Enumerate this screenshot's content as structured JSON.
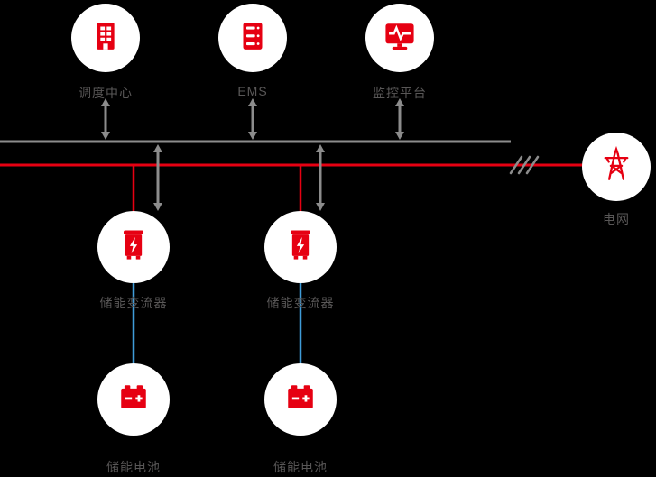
{
  "colors": {
    "red": "#e60012",
    "gray": "#8c8c8c",
    "blue": "#3f9cd9",
    "label": "#595757",
    "node_bg": "#ffffff",
    "background": "#000000"
  },
  "nodes": {
    "dispatch_center": {
      "label": "调度中心",
      "icon": "building-icon"
    },
    "ems": {
      "label": "EMS",
      "icon": "server-icon"
    },
    "monitoring_platform": {
      "label": "监控平台",
      "icon": "monitor-heartbeat-icon"
    },
    "power_grid": {
      "label": "电网",
      "icon": "transmission-tower-icon"
    },
    "inverter_1": {
      "label": "储能变流器",
      "icon": "inverter-bolt-icon"
    },
    "inverter_2": {
      "label": "储能变流器",
      "icon": "inverter-bolt-icon"
    },
    "battery_1": {
      "label": "储能电池",
      "icon": "battery-icon"
    },
    "battery_2": {
      "label": "储能电池",
      "icon": "battery-icon"
    }
  },
  "buses": {
    "communication_bus_color": "#8c8c8c",
    "power_bus_color": "#e60012",
    "dc_link_color": "#3f9cd9"
  }
}
